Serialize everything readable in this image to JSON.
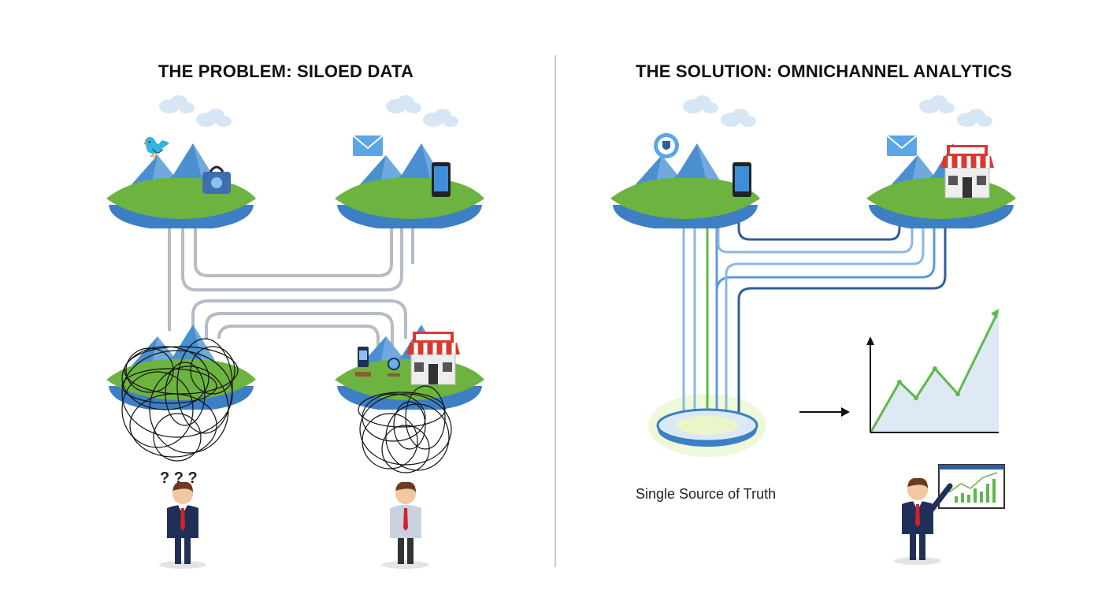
{
  "left_panel": {
    "title": "THE PROBLEM: SILOED DATA",
    "islands": [
      "social-media",
      "email-mobile",
      "app",
      "store"
    ],
    "people": [
      "confused-manager",
      "frustrated-employee"
    ],
    "question_marks": "? ? ?"
  },
  "right_panel": {
    "title": "THE SOLUTION: OMNICHANNEL ANALYTICS",
    "caption": "Single Source of Truth",
    "chart": {
      "trend": "up"
    }
  },
  "colors": {
    "grass": "#6db33f",
    "island_base": "#3d7fc4",
    "mountain": "#4a8fd0",
    "pipe_gray": "#b5bcc6",
    "pipe_blue": "#2f5f96",
    "pipe_light": "#8db7e0",
    "pipe_green": "#5fb84a",
    "awning": "#d93a2f",
    "suit": "#1f2f57",
    "tie": "#d2232a"
  }
}
